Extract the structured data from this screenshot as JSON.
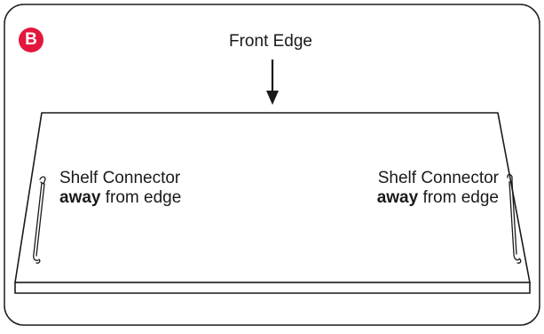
{
  "step": {
    "badge": "B",
    "badge_color": "#e3173e"
  },
  "front_edge_label": "Front Edge",
  "connector_left": {
    "line1": "Shelf Connector",
    "emphasis": "away",
    "rest": " from edge"
  },
  "connector_right": {
    "line1": "Shelf Connector",
    "emphasis": "away",
    "rest": " from edge"
  },
  "colors": {
    "stroke": "#1a1a1a",
    "background": "#ffffff"
  },
  "icons": {
    "arrow": "down-arrow-icon",
    "left_connector": "shelf-connector-icon",
    "right_connector": "shelf-connector-icon"
  }
}
